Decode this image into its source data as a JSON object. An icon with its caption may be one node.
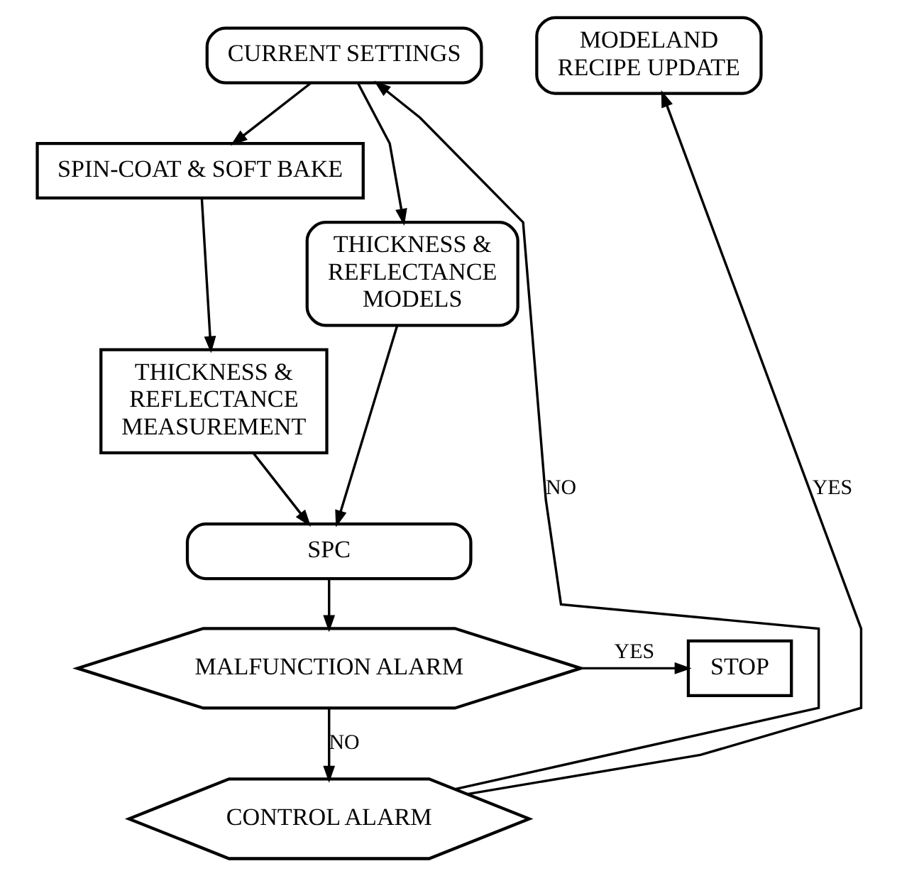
{
  "diagram": {
    "nodes": [
      {
        "text": [
          "CURRENT SETTINGS"
        ]
      },
      {
        "text": [
          "MODELAND RECIPE UPDATE"
        ]
      },
      {
        "text": [
          "SPIN-COAT & SOFT BAKE"
        ]
      },
      {
        "text": [
          "THICKNESS & REFLECTANCE MEASUREMENT"
        ]
      },
      {
        "text": [
          "THICKNESS & REFLECTANCE MODELS"
        ]
      },
      {
        "text": [
          "SPC"
        ]
      },
      {
        "text": [
          "MALFUNCTION ALARM"
        ]
      },
      {
        "text": [
          "STOP"
        ]
      },
      {
        "text": [
          "CONTROL ALARM"
        ]
      }
    ],
    "edges": [
      {
        "from": 0,
        "to": 2,
        "arrow": "to"
      },
      {
        "from": 0,
        "to": 4,
        "arrow": "to"
      },
      {
        "from": 2,
        "to": 3,
        "arrow": "to"
      },
      {
        "from": 3,
        "to": 5,
        "arrow": "to"
      },
      {
        "from": 4,
        "to": 5,
        "arrow": "to"
      },
      {
        "from": 5,
        "to": 6,
        "arrow": "to"
      },
      {
        "from": 6,
        "to": 7,
        "label": "YES",
        "arrow": "to"
      },
      {
        "from": 6,
        "to": 8,
        "label": "NO",
        "arrow": "to"
      },
      {
        "from": 8,
        "to": 0,
        "label": "NO",
        "arrow": "to"
      },
      {
        "from": 8,
        "to": 1,
        "label": "YES",
        "arrow": "to"
      }
    ]
  }
}
